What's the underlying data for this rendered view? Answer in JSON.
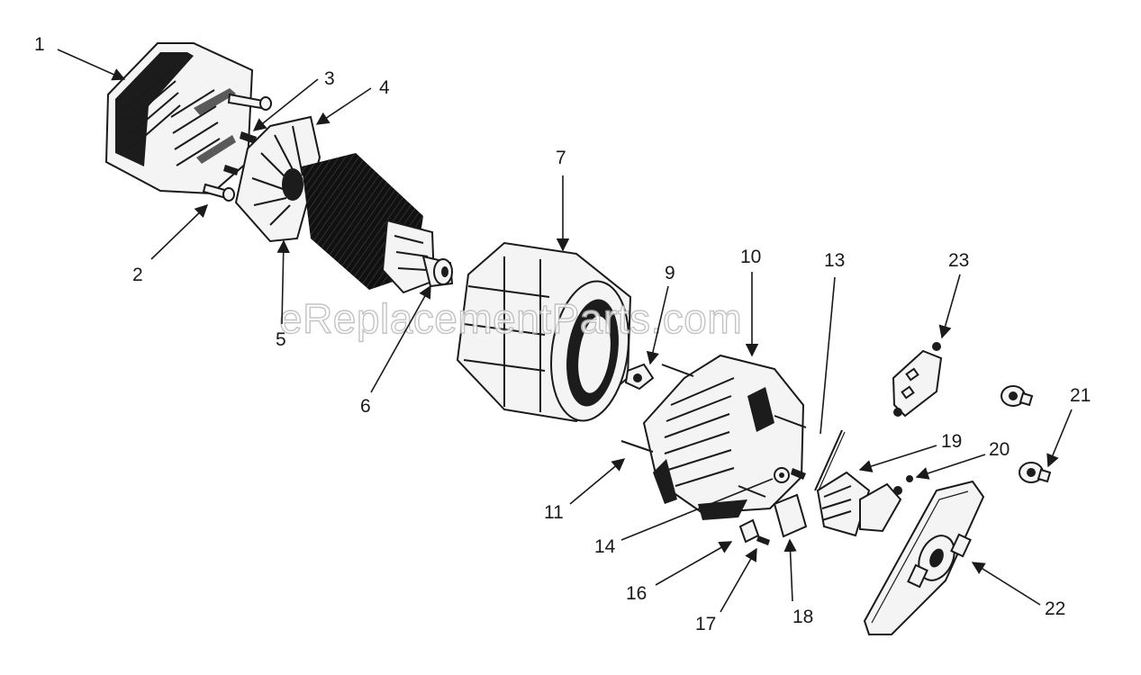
{
  "watermark": "eReplacementParts.com",
  "callouts": {
    "c1": "1",
    "c2": "2",
    "c3": "3",
    "c4": "4",
    "c5": "5",
    "c6": "6",
    "c7": "7",
    "c9": "9",
    "c10": "10",
    "c11": "11",
    "c13": "13",
    "c14": "14",
    "c16": "16",
    "c17": "17",
    "c18": "18",
    "c19": "19",
    "c20": "20",
    "c21": "21",
    "c22": "22",
    "c23": "23"
  },
  "colors": {
    "ink": "#1a1a1a",
    "paper": "#ffffff"
  }
}
